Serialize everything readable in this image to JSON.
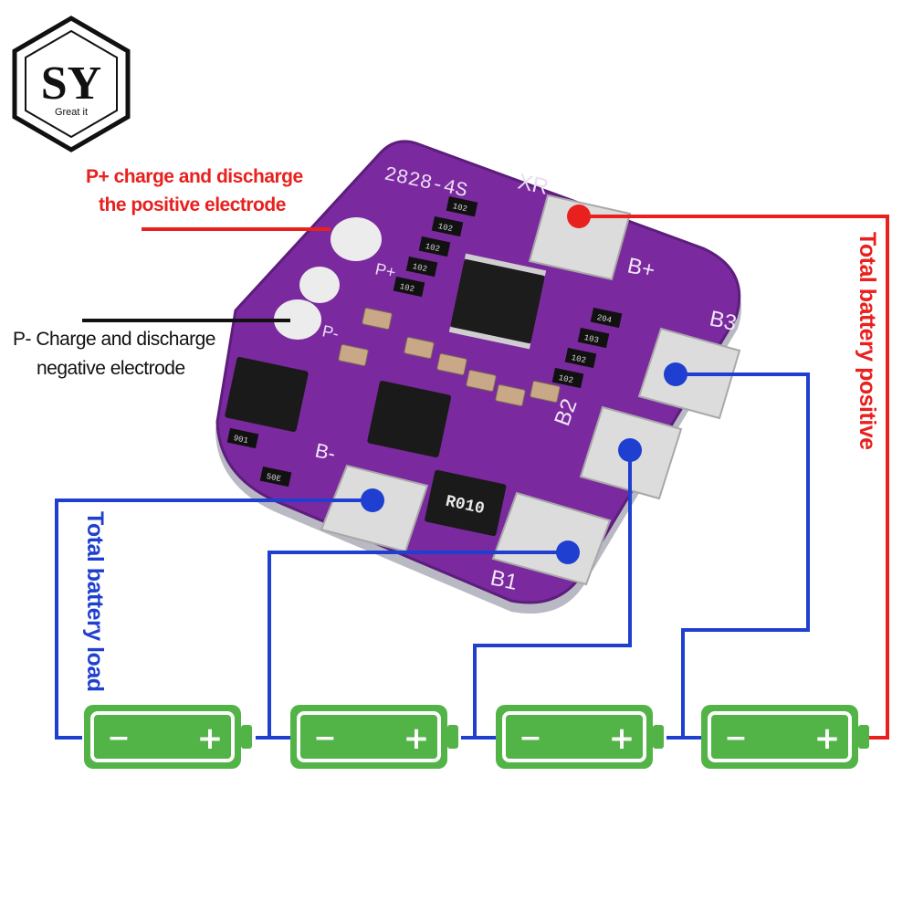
{
  "logo": {
    "letters": "SY",
    "tagline": "Great it"
  },
  "board": {
    "model": "2828-4S",
    "brand": "XR",
    "pads": {
      "bplus": "B+",
      "b3": "B3",
      "b2": "B2",
      "b1": "B1",
      "bminus": "B-"
    },
    "silk_p_plus": "P+",
    "silk_p_minus": "P-",
    "resistor_label": "R010",
    "smd_codes": [
      "102",
      "102",
      "102",
      "102",
      "102",
      "204",
      "103",
      "102",
      "102",
      "901",
      "50E"
    ]
  },
  "labels": {
    "p_plus_line1": "P+ charge and discharge",
    "p_plus_line2": "the positive electrode",
    "p_minus_line1": "P- Charge and discharge",
    "p_minus_line2": "negative electrode",
    "total_positive": "Total battery positive",
    "total_load": "Total battery load"
  },
  "battery": {
    "minus": "−",
    "plus": "+"
  },
  "colors": {
    "positive_wire": "#e8201e",
    "negative_wire": "#1f3fd0",
    "battery_fill": "#52b447",
    "board_purple": "#7a2a9e",
    "pad_silver": "#dcdcdc"
  }
}
